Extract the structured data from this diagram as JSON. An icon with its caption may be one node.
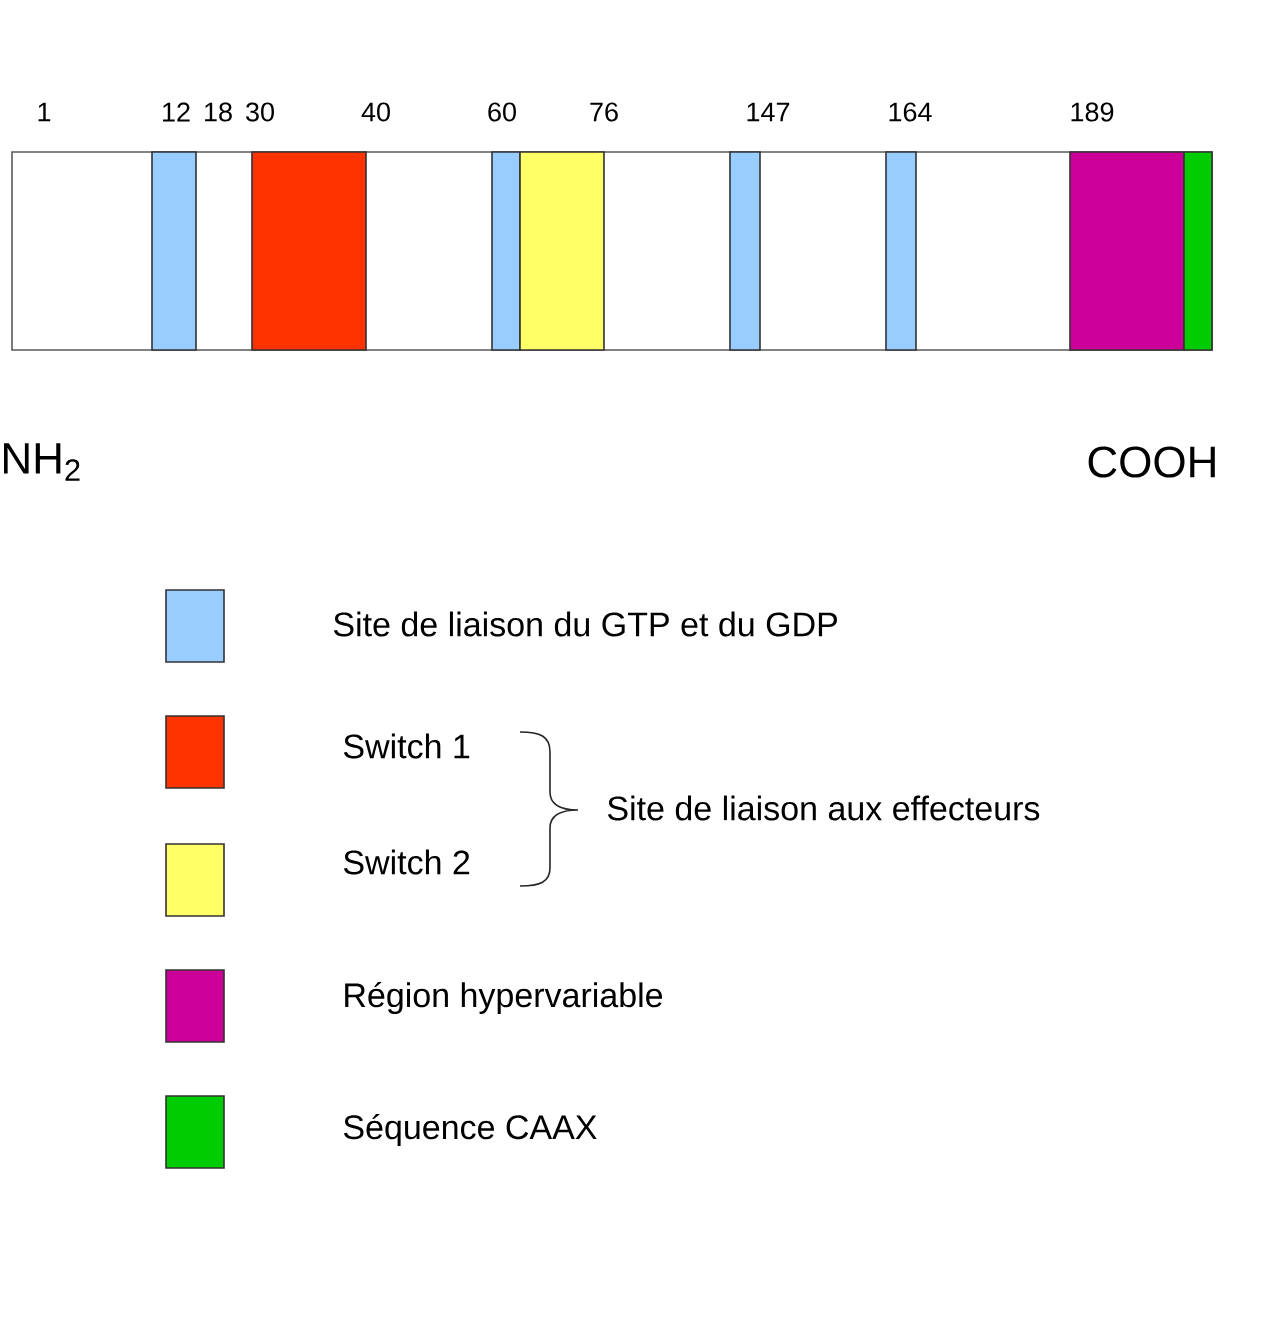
{
  "diagram": {
    "labels": [
      "1",
      "12",
      "18",
      "30",
      "40",
      "60",
      "76",
      "147",
      "164",
      "189",
      "NH$_{2}$",
      "COOH",
      "Site de liaison aux effecteurs"
    ],
    "legend": [
      {
        "text": "Site de liaison du GTP et du GDP",
        "color": "#99ccff"
      },
      {
        "text": "Switch 1",
        "color": "#ff3300"
      },
      {
        "text": "Switch 2",
        "color": "#ffff66"
      },
      {
        "text": "Région hypervariable",
        "color": "#cc0099"
      },
      {
        "text": "Séquence CAAX",
        "color": "#00cc00"
      }
    ]
  }
}
